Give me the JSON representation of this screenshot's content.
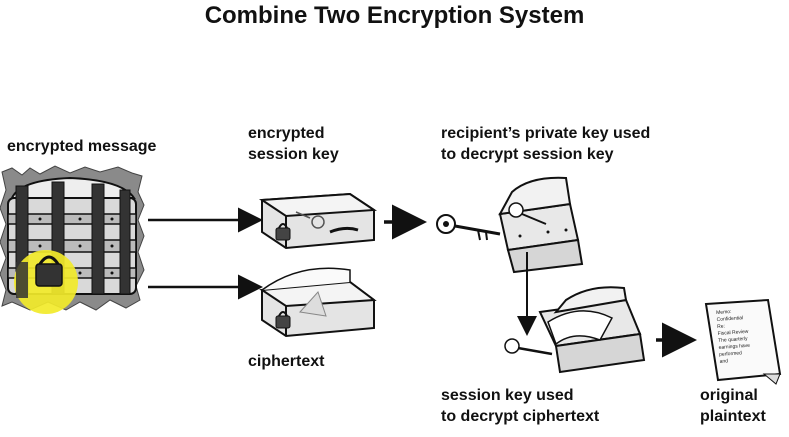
{
  "title": "Combine Two Encryption System",
  "labels": {
    "encrypted_message": "encrypted message",
    "encrypted_session_key": [
      "encrypted",
      "session key"
    ],
    "recipient_private_key": [
      "recipient’s private key used",
      "to decrypt session key"
    ],
    "ciphertext": "ciphertext",
    "session_key_used": [
      "session key used",
      "to decrypt ciphertext"
    ],
    "original_plaintext": [
      "original",
      "plaintext"
    ]
  },
  "document": {
    "lines": [
      "Memo:",
      "Confidential",
      "Re:",
      "Fiscal Review",
      "The quarterly",
      "earnings have",
      "performed",
      "and"
    ]
  },
  "colors": {
    "ink": "#111111",
    "highlight": "#f2ea2a",
    "shadow": "#8a8a8a"
  },
  "icons": [
    "locked-chest-icon",
    "briefcase-icon",
    "key-icon",
    "open-chest-icon",
    "document-icon",
    "arrow-icon"
  ]
}
